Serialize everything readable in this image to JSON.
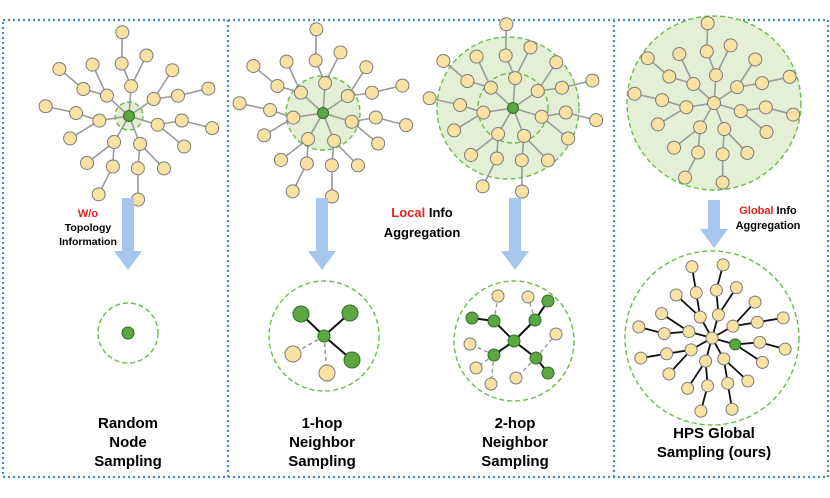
{
  "colors": {
    "panel_border": "#3d8fd1",
    "node_fill": "#fbe2a2",
    "node_stroke": "#7a7a7a",
    "edge": "#9a9a9a",
    "green_node": "#5ca644",
    "green_stroke": "#2e6e21",
    "halo_fill": "#e3f0d6",
    "halo_stroke": "#6abd45",
    "arrow": "#a6c6ee",
    "accent_red": "#e8201f",
    "dark_edge": "#111111"
  },
  "panels": [
    {
      "title_lines": [
        "Random",
        "Node",
        "Sampling"
      ]
    },
    {
      "title_lines": [
        "1-hop",
        "Neighbor",
        "Sampling"
      ]
    },
    {
      "title_lines": [
        "2-hop",
        "Neighbor",
        "Sampling"
      ]
    },
    {
      "title_lines": [
        "HPS Global",
        "Sampling (ours)"
      ]
    }
  ],
  "annotations": {
    "wo": {
      "highlight": "W/o",
      "lines": [
        "Topology",
        "Information"
      ]
    },
    "local": {
      "highlight": "Local",
      "rest": " Info",
      "line2": "Aggregation"
    },
    "global": {
      "highlight": "Global",
      "rest": " Info",
      "line2": "Aggregation"
    }
  }
}
